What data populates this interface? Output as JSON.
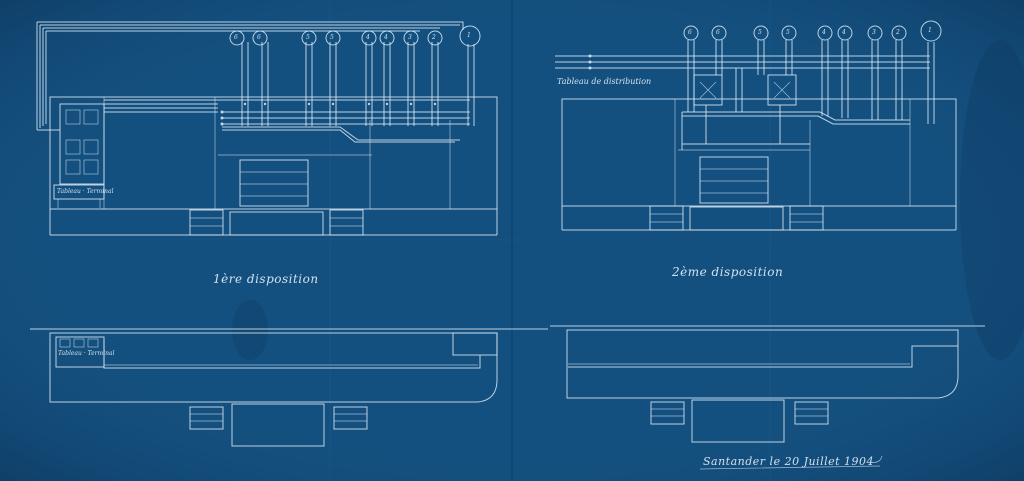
{
  "colors": {
    "paper": "#14507f",
    "line": "#d9e9f5"
  },
  "left": {
    "meter_labels": [
      "6",
      "6",
      "5",
      "5",
      "4",
      "4",
      "3",
      "2",
      "1"
    ],
    "caption": "1ère disposition",
    "box_label": "Tableau · Terminal",
    "plan_label": "Tableau · Terminal"
  },
  "right": {
    "meter_labels": [
      "6",
      "6",
      "5",
      "5",
      "4",
      "4",
      "3",
      "2",
      "1"
    ],
    "caption": "2ème disposition",
    "bus_label": "Tableau de distribution"
  },
  "signature": "Santander le 20 Juillet 1904"
}
